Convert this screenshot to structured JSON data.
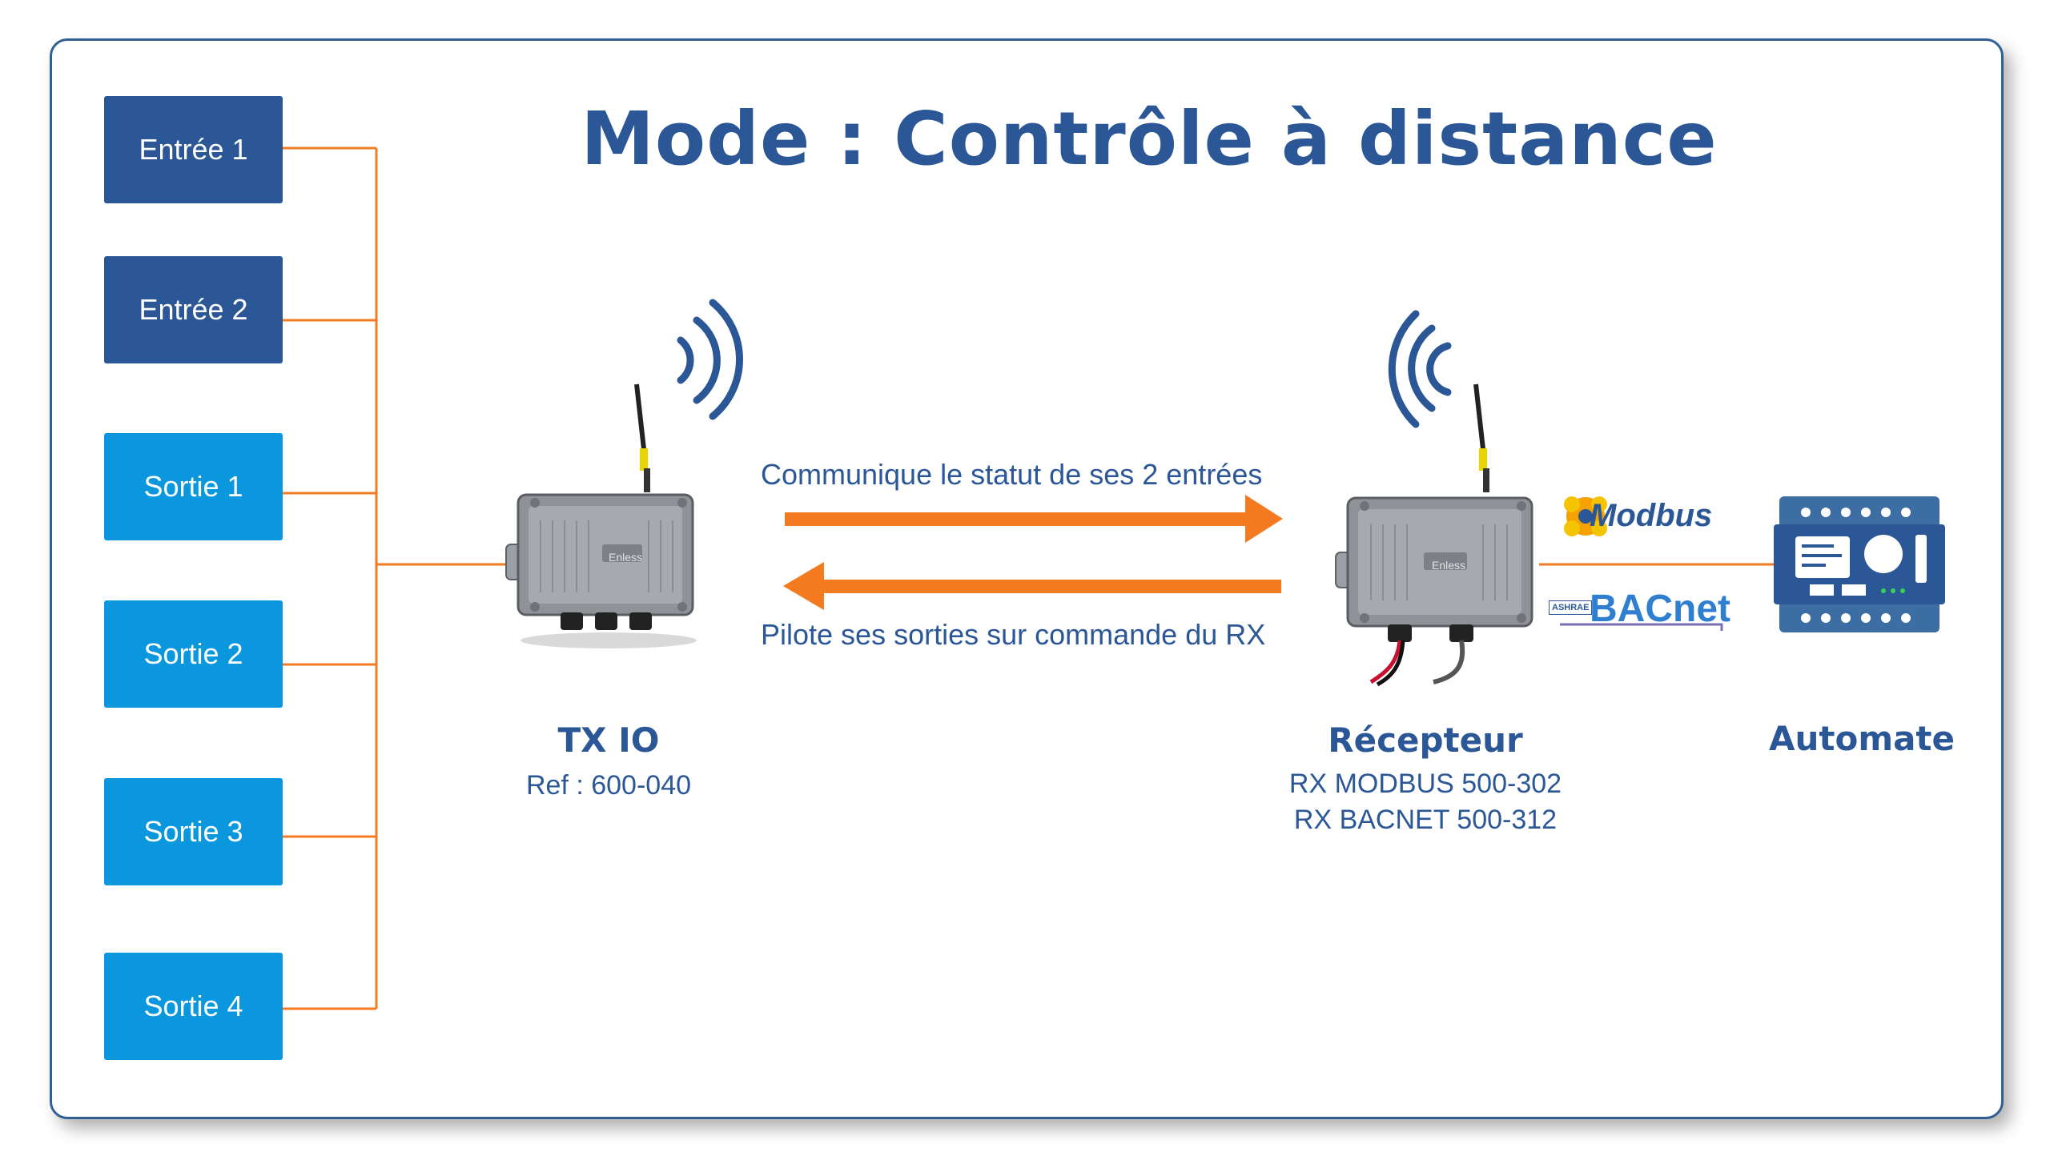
{
  "title": "Mode : Contrôle à distance",
  "inputs": [
    {
      "label": "Entrée 1"
    },
    {
      "label": "Entrée 2"
    }
  ],
  "outputs": [
    {
      "label": "Sortie 1"
    },
    {
      "label": "Sortie 2"
    },
    {
      "label": "Sortie 3"
    },
    {
      "label": "Sortie 4"
    }
  ],
  "arrows": {
    "forward_label": "Communique le statut de ses 2 entrées",
    "backward_label": "Pilote ses sorties sur commande du RX"
  },
  "tx": {
    "name": "TX IO",
    "ref": "Ref : 600-040",
    "brand": "Enless"
  },
  "rx": {
    "name": "Récepteur",
    "ref_modbus": "RX MODBUS 500-302",
    "ref_bacnet": "RX BACNET 500-312",
    "brand": "Enless"
  },
  "protocols": {
    "modbus": "Modbus",
    "bacnet": "BACnet",
    "ashrae": "ASHRAE"
  },
  "plc": {
    "name": "Automate"
  },
  "colors": {
    "dark_blue": "#2b5797",
    "light_blue": "#0a97dd",
    "orange": "#f47a20",
    "frame": "#2f5f93"
  }
}
